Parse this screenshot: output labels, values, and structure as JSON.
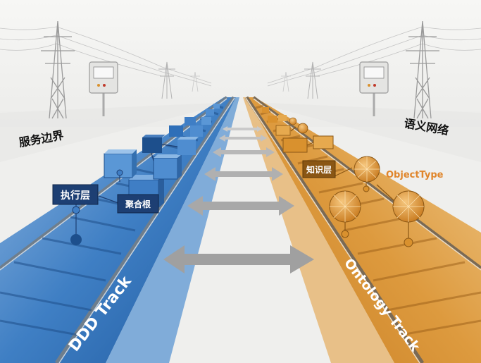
{
  "labels": {
    "left_region": "服务边界",
    "right_region": "语义网络",
    "execution_layer": "执行层",
    "aggregate_root": "聚合根",
    "knowledge_layer": "知识层",
    "object_type": "ObjectType",
    "left_track": "DDD Track",
    "right_track": "Ontology Track"
  },
  "colors": {
    "ddd_blue": "#2f6fb8",
    "ddd_dark": "#1d3f73",
    "onto_orange": "#d9912e",
    "onto_dark": "#8a5614",
    "object_type_text": "#e0852a",
    "arrow_gray": "#9a9a9a"
  },
  "icons": [
    "power-pylon-icon",
    "control-box-icon",
    "cube-icon",
    "sphere-node-icon",
    "double-arrow-icon"
  ]
}
